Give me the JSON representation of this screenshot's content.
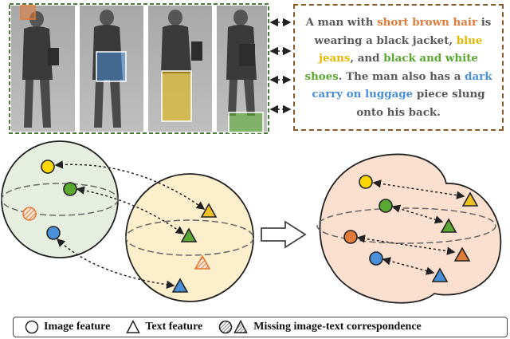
{
  "colors": {
    "hair": "#e07b39",
    "jeans": "#e6b800",
    "shoes": "#5aa832",
    "luggage": "#4a90d9",
    "caption_text": "#595959",
    "caption_border": "#8b5a2b",
    "photo_border": "#4a7a3a",
    "sphere_green": "#e6efdf",
    "sphere_yellow": "#fdefcc",
    "merged_pink": "#fbe0d0",
    "triangle_fill": "#f0c020",
    "circle_fill": "#ffd700"
  },
  "caption": {
    "segments": [
      {
        "text": "A man with ",
        "color": "#595959"
      },
      {
        "text": "short brown hair",
        "color": "#e07b39"
      },
      {
        "text": " is wearing a black jacket, ",
        "color": "#595959"
      },
      {
        "text": "blue jeans",
        "color": "#e6b800"
      },
      {
        "text": ", and ",
        "color": "#595959"
      },
      {
        "text": "black and white shoes",
        "color": "#5aa832"
      },
      {
        "text": ". The man also has a ",
        "color": "#595959"
      },
      {
        "text": "dark carry on luggage",
        "color": "#4a90d9"
      },
      {
        "text": " piece slung onto his back.",
        "color": "#595959"
      }
    ]
  },
  "photo_strip": {
    "panels": [
      {
        "highlight": "hair",
        "color": "#e07b39"
      },
      {
        "highlight": "luggage",
        "color": "#4a90d9"
      },
      {
        "highlight": "jeans",
        "color": "#e6b800"
      },
      {
        "highlight": "shoes",
        "color": "#5aa832"
      }
    ]
  },
  "legend": {
    "items": [
      {
        "icon": "circle-icon",
        "label": "Image feature"
      },
      {
        "icon": "triangle-icon",
        "label": "Text feature"
      },
      {
        "icon": "hatched-circle-triangle-icon",
        "label": "Missing image-text correspondence"
      }
    ]
  }
}
